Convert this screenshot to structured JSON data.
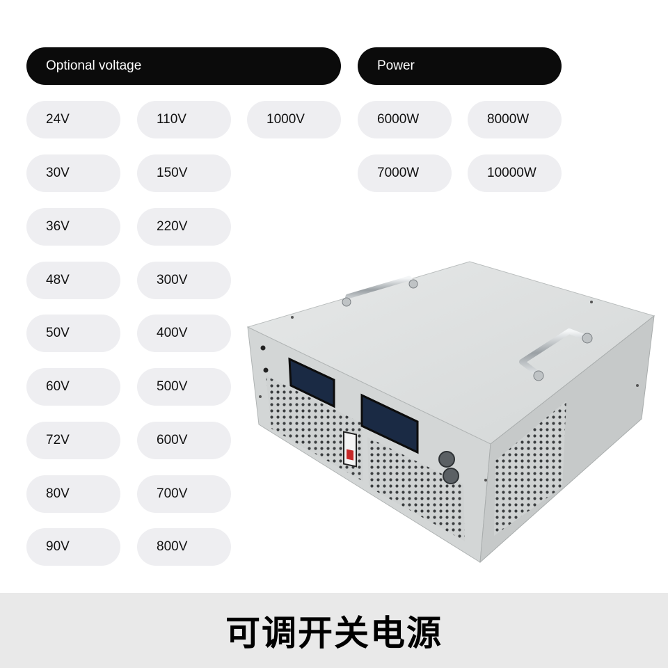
{
  "voltage_header": "Optional voltage",
  "power_header": "Power",
  "voltages": [
    "24V",
    "30V",
    "36V",
    "48V",
    "50V",
    "60V",
    "72V",
    "80V",
    "90V",
    "110V",
    "150V",
    "220V",
    "300V",
    "400V",
    "500V",
    "600V",
    "700V",
    "800V",
    "1000V"
  ],
  "powers": [
    "6000W",
    "7000W",
    "8000W",
    "10000W"
  ],
  "footer_title": "可调开关电源",
  "colors": {
    "header_bg": "#0b0b0b",
    "chip_bg": "#eeeef1",
    "footer_bg": "#e9e9e9",
    "device_body": "#d9dcdc"
  }
}
